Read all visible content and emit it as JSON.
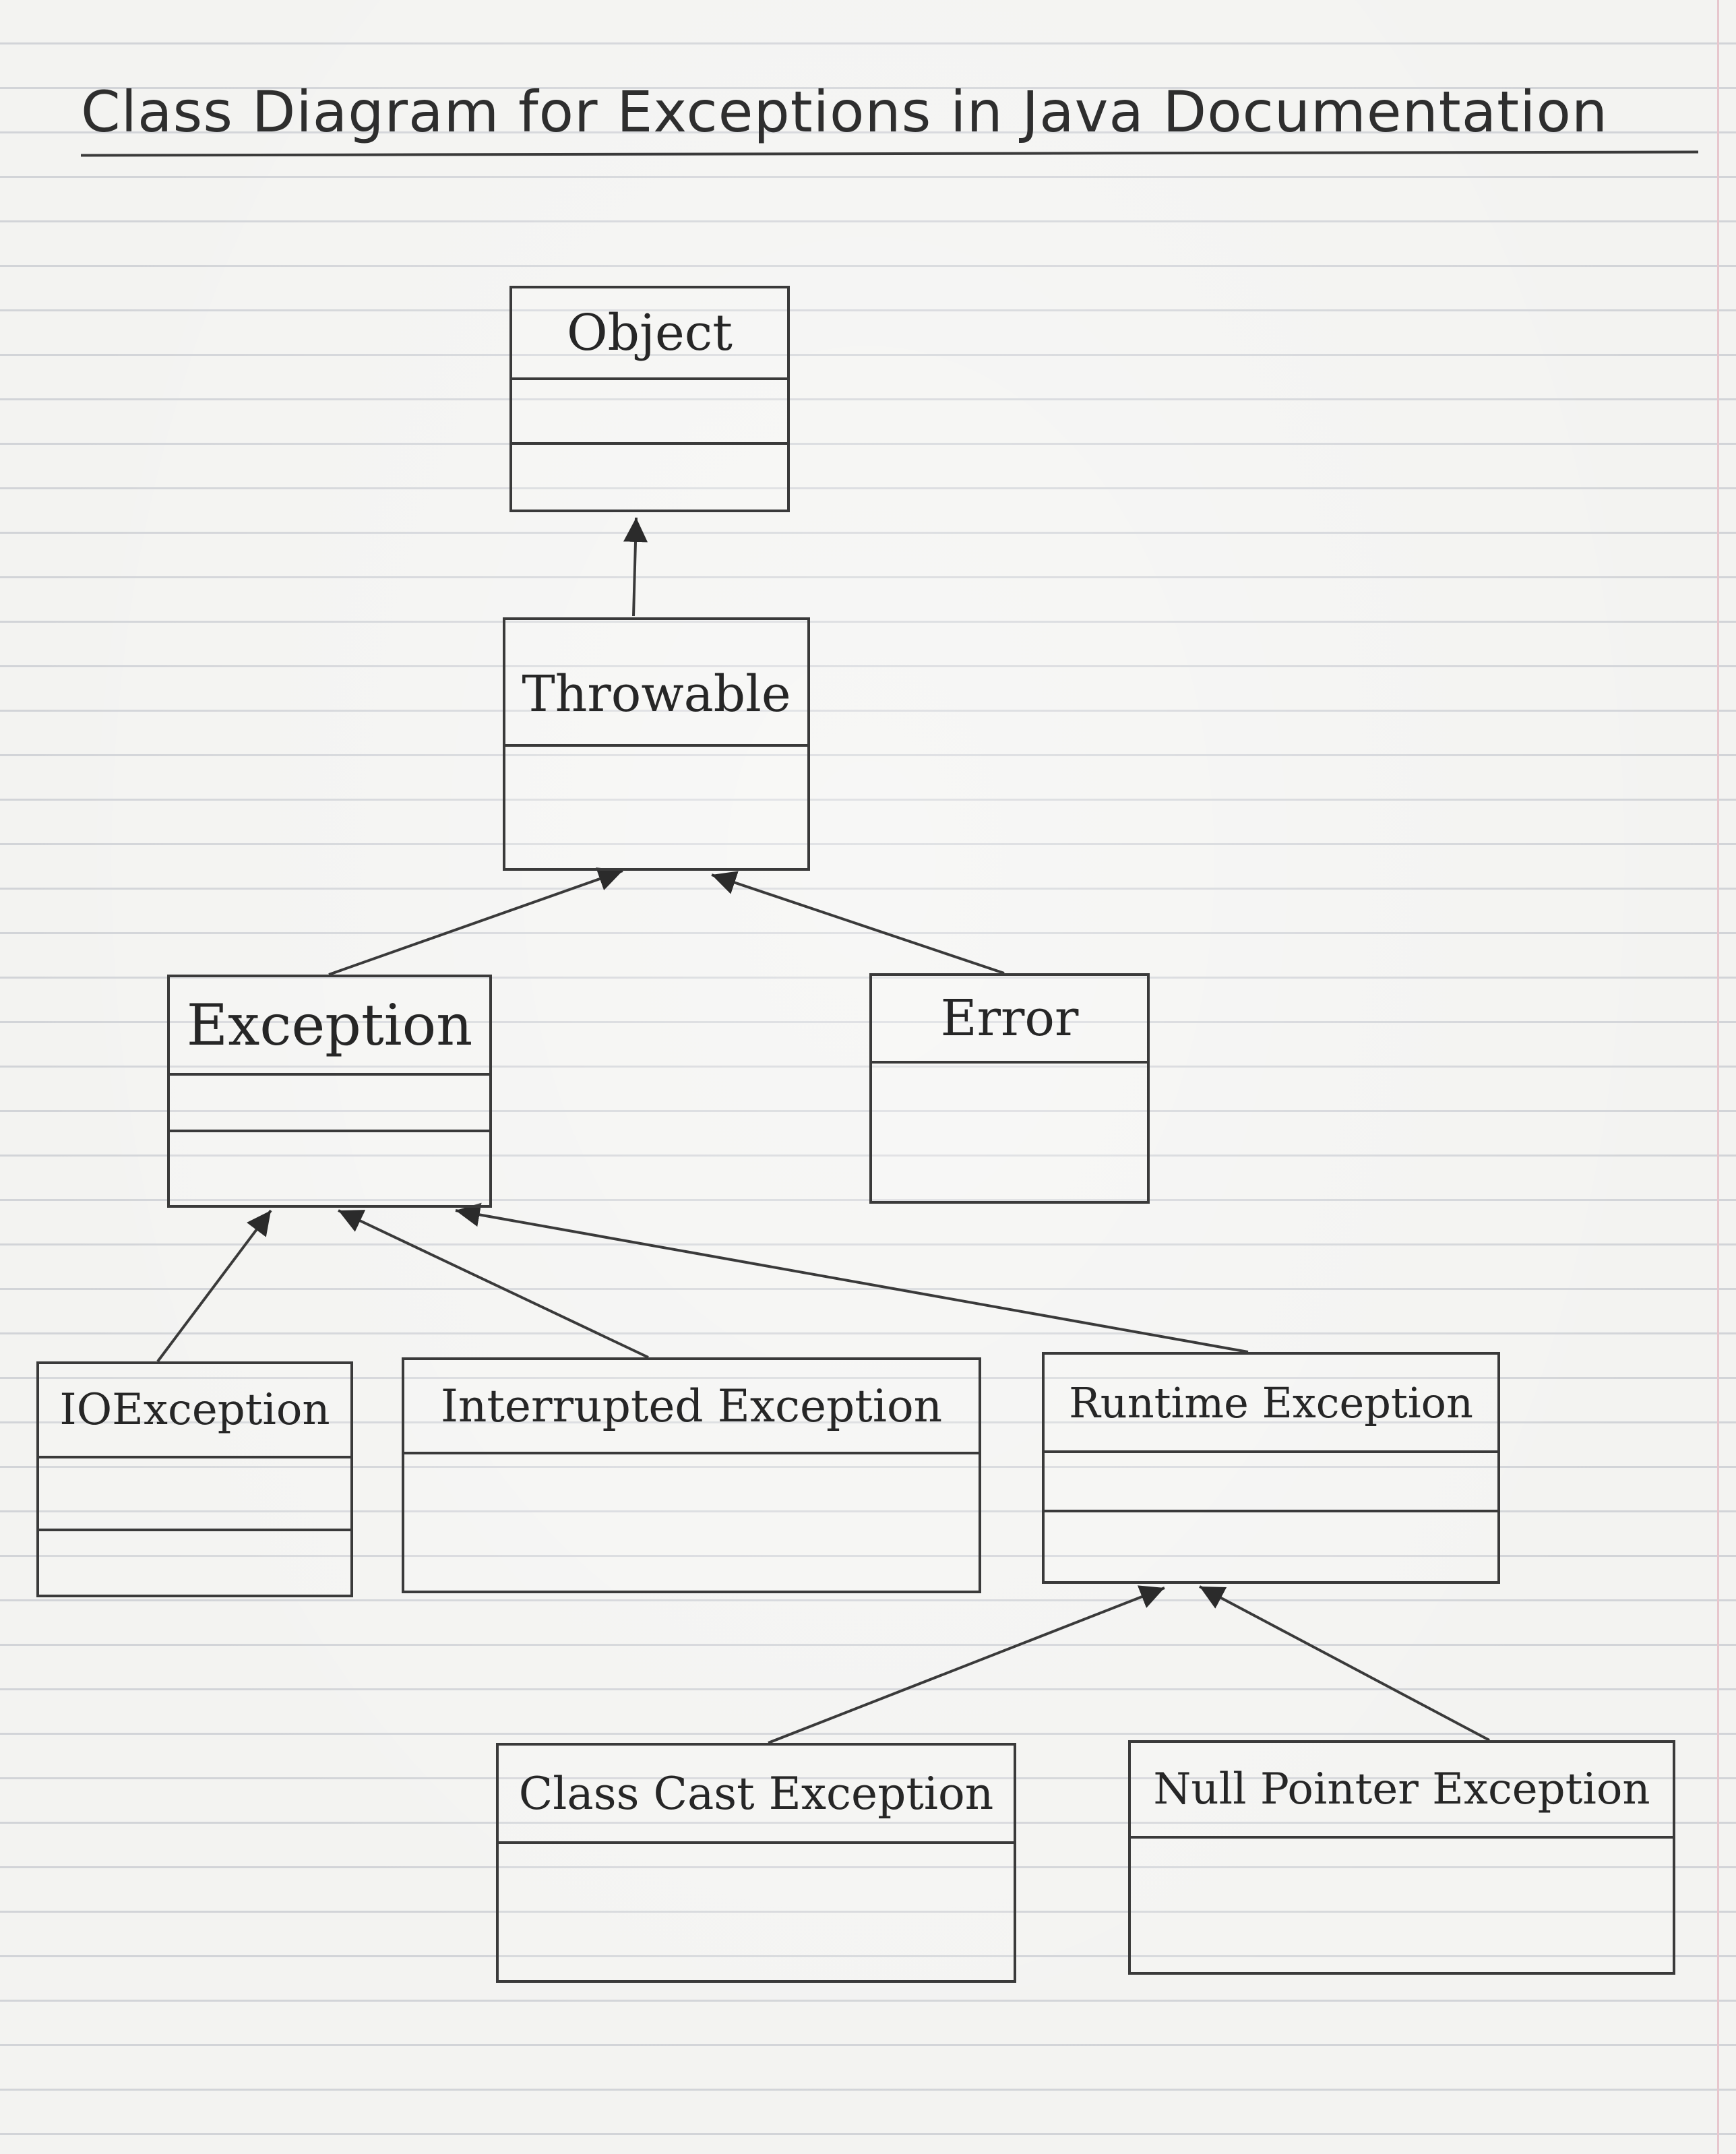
{
  "title": "Class Diagram for Exceptions in Java Documentation",
  "classes": {
    "object": {
      "name": "Object"
    },
    "throwable": {
      "name": "Throwable"
    },
    "exception": {
      "name": "Exception"
    },
    "error": {
      "name": "Error"
    },
    "io_exception": {
      "name": "IOException"
    },
    "interrupted_exception": {
      "name": "Interrupted Exception"
    },
    "runtime_exception": {
      "name": "Runtime Exception"
    },
    "class_cast_exception": {
      "name": "Class Cast Exception"
    },
    "null_pointer_exception": {
      "name": "Null Pointer Exception"
    }
  },
  "inheritance": [
    {
      "child": "Throwable",
      "parent": "Object"
    },
    {
      "child": "Exception",
      "parent": "Throwable"
    },
    {
      "child": "Error",
      "parent": "Throwable"
    },
    {
      "child": "IOException",
      "parent": "Exception"
    },
    {
      "child": "Interrupted Exception",
      "parent": "Exception"
    },
    {
      "child": "Runtime Exception",
      "parent": "Exception"
    },
    {
      "child": "Class Cast Exception",
      "parent": "Runtime Exception"
    },
    {
      "child": "Null Pointer Exception",
      "parent": "Runtime Exception"
    }
  ],
  "colors": {
    "ink": "#3a3a3a",
    "paper": "#f3f3f1",
    "rule_lines": "#d2d4d8",
    "margin_line": "#e7c6cd"
  }
}
